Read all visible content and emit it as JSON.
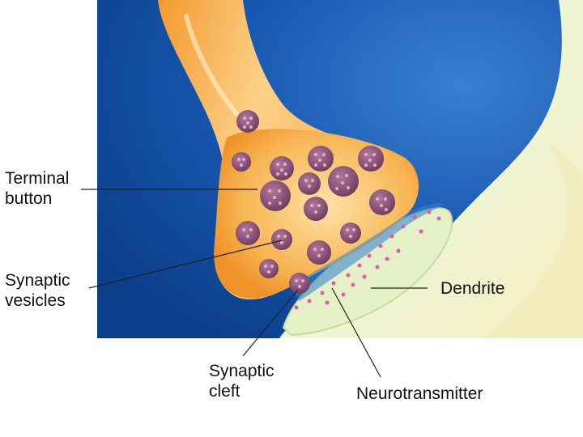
{
  "labels": {
    "terminal_button": [
      "Terminal",
      "button"
    ],
    "synaptic_vesicles": [
      "Synaptic",
      "vesicles"
    ],
    "synaptic_cleft": [
      "Synaptic",
      "cleft"
    ],
    "dendrite": "Dendrite",
    "neurotransmitter": "Neurotransmitter"
  },
  "colors": {
    "background_blue": "#0f4fa6",
    "axon_orange": "#f5a23a",
    "dendrite_green": "#e2efc4",
    "vesicle_purple": "#8a4f72",
    "neurotransmitter_pink": "#e05ab0",
    "leader_line": "#222222"
  }
}
